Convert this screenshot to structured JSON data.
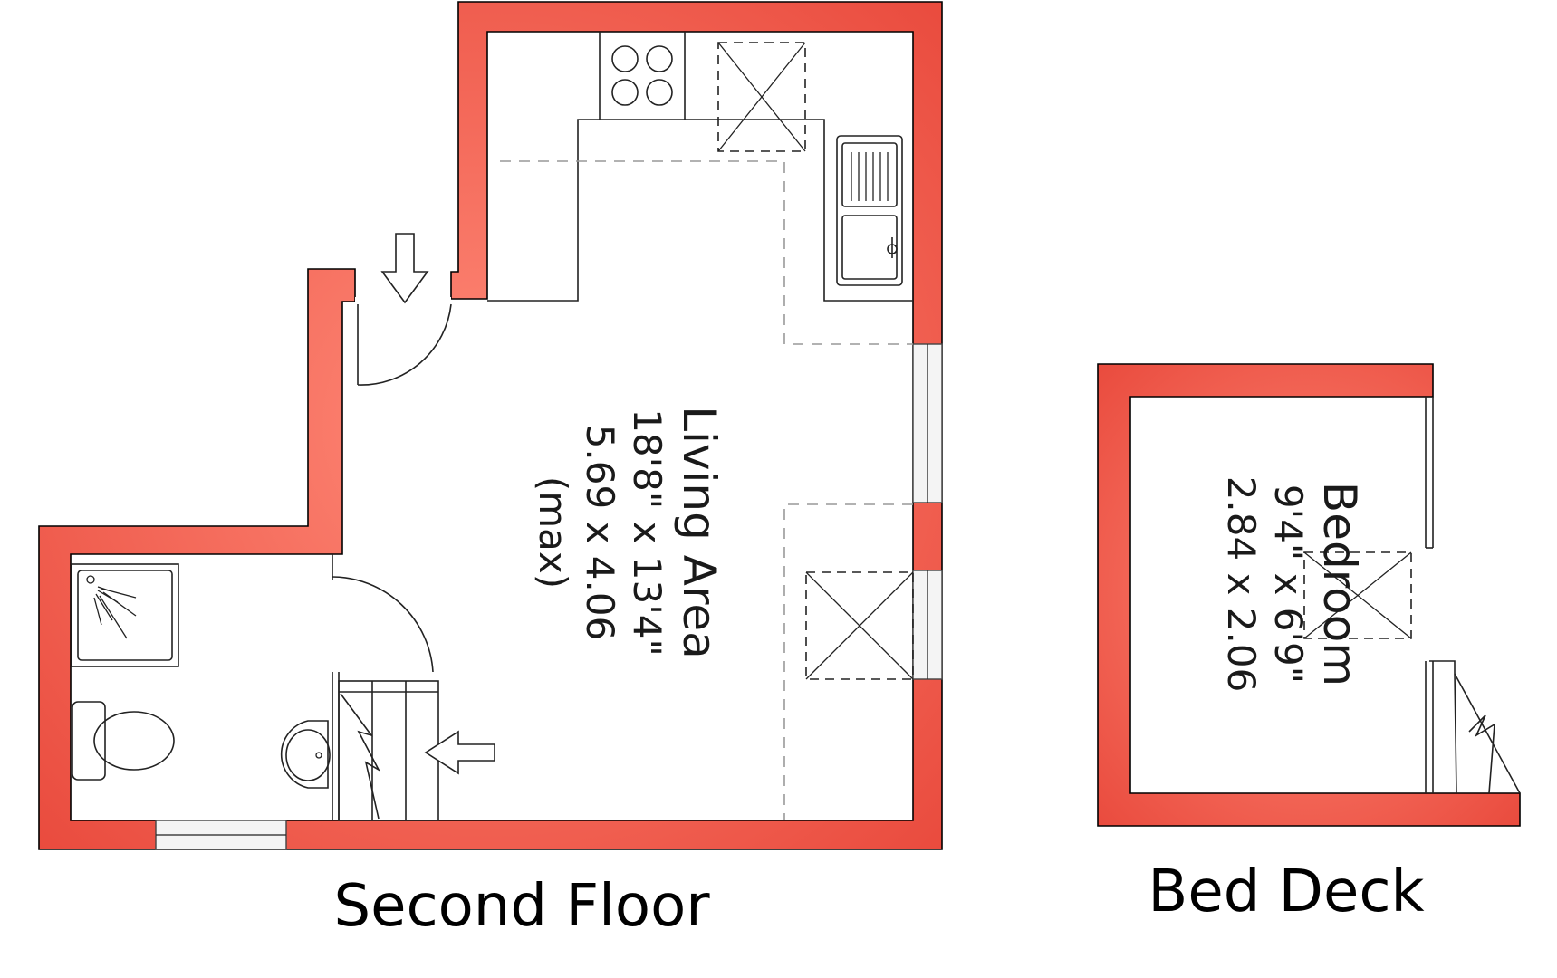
{
  "floors": [
    {
      "title": "Second Floor",
      "rooms": [
        {
          "name": "Living Area",
          "dim_imperial": "18'8\" x 13'4\"",
          "dim_metric": "5.69 x 4.06",
          "note": "(max)"
        }
      ]
    },
    {
      "title": "Bed Deck",
      "rooms": [
        {
          "name": "Bedroom",
          "dim_imperial": "9'4\" x 6'9\"",
          "dim_metric": "2.84 x 2.06"
        }
      ]
    }
  ],
  "colors": {
    "wall": "#e8473a",
    "wall_light": "#ff8a78",
    "line": "#222222"
  }
}
